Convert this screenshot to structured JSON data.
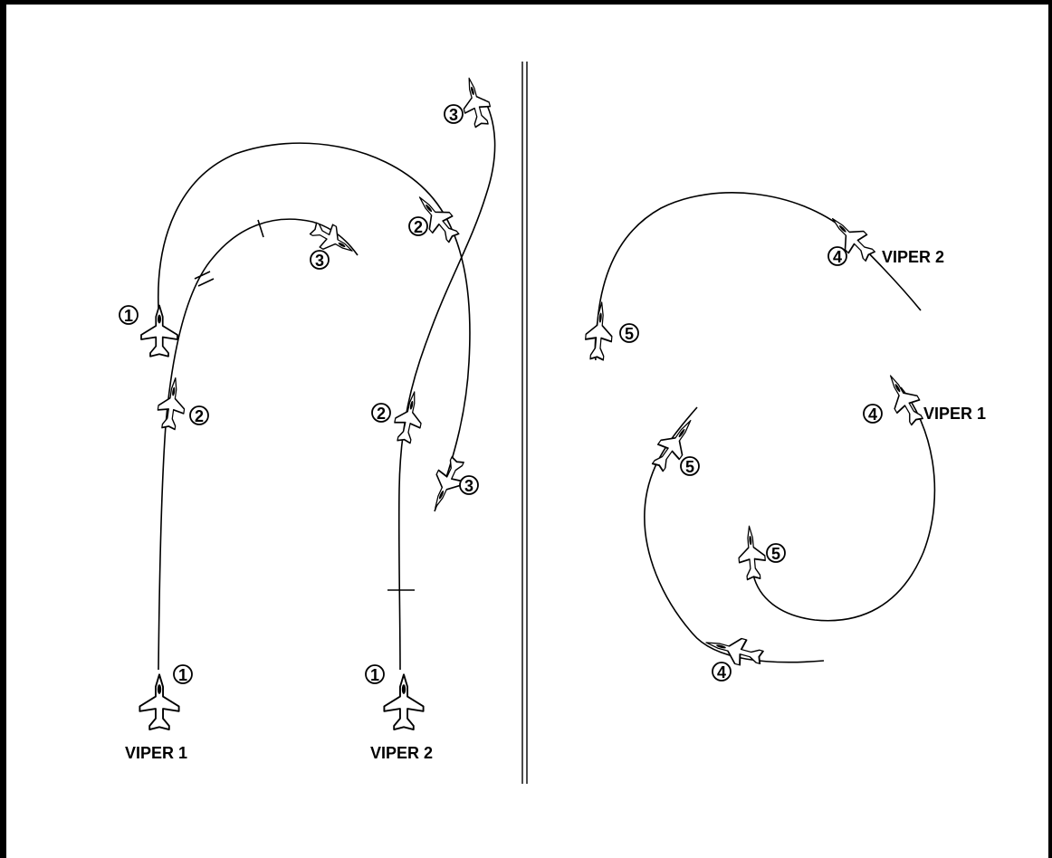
{
  "labels": {
    "viper1_left": "VIPER 1",
    "viper2_left": "VIPER 2",
    "viper1_right": "VIPER 1",
    "viper2_right": "VIPER 2"
  },
  "steps": {
    "s1a": "1",
    "s1b": "1",
    "s1c": "1",
    "s2a": "2",
    "s2b": "2",
    "s2c": "2",
    "s3a": "3",
    "s3b": "3",
    "s3c": "3",
    "s4a": "4",
    "s4b": "4",
    "s4c": "4",
    "s5a": "5",
    "s5b": "5",
    "s5c": "5"
  }
}
